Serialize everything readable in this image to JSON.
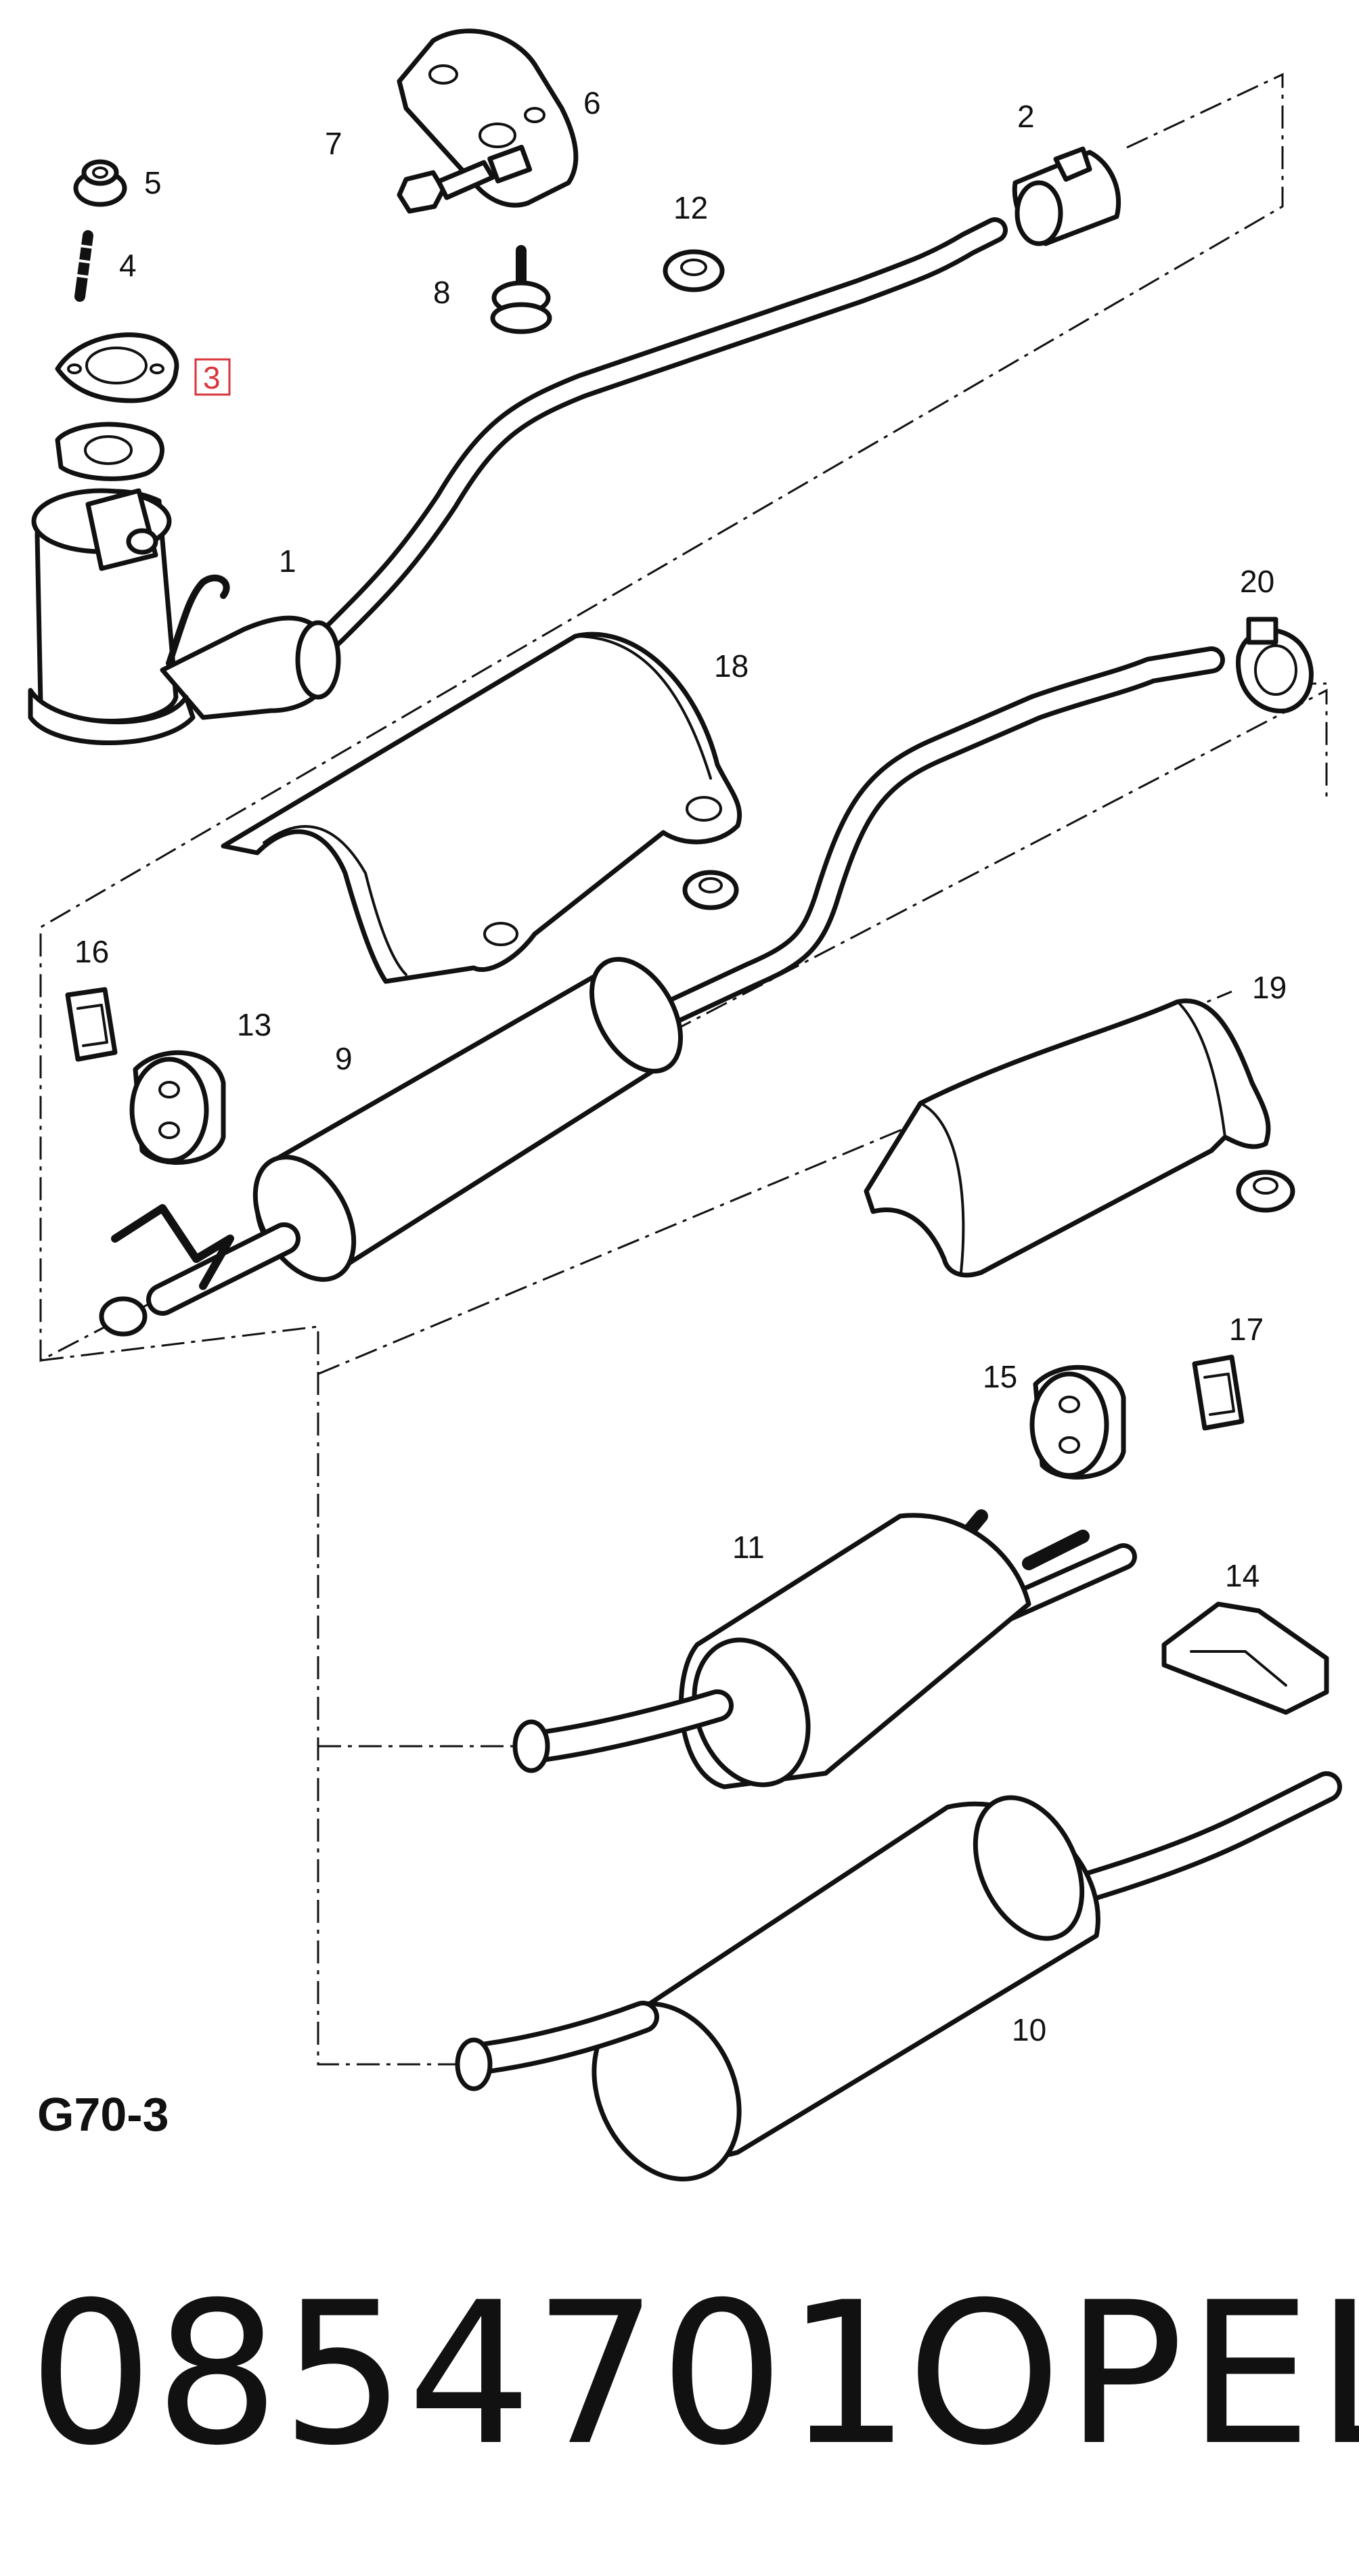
{
  "diagram": {
    "reference_code": "G70-3",
    "part_number": "0854701",
    "brand": "OPEL",
    "highlighted_callout": "3",
    "callouts": [
      {
        "id": "1",
        "label": "1"
      },
      {
        "id": "2",
        "label": "2"
      },
      {
        "id": "3",
        "label": "3"
      },
      {
        "id": "4",
        "label": "4"
      },
      {
        "id": "5",
        "label": "5"
      },
      {
        "id": "6",
        "label": "6"
      },
      {
        "id": "7",
        "label": "7"
      },
      {
        "id": "8",
        "label": "8"
      },
      {
        "id": "9",
        "label": "9"
      },
      {
        "id": "10",
        "label": "10"
      },
      {
        "id": "11",
        "label": "11"
      },
      {
        "id": "12",
        "label": "12"
      },
      {
        "id": "13",
        "label": "13"
      },
      {
        "id": "14",
        "label": "14"
      },
      {
        "id": "15",
        "label": "15"
      },
      {
        "id": "16",
        "label": "16"
      },
      {
        "id": "17",
        "label": "17"
      },
      {
        "id": "18",
        "label": "18"
      },
      {
        "id": "19",
        "label": "19"
      },
      {
        "id": "20",
        "label": "20"
      }
    ],
    "colors": {
      "line": "#111111",
      "highlight": "#d9343a",
      "background": "#ffffff"
    }
  }
}
